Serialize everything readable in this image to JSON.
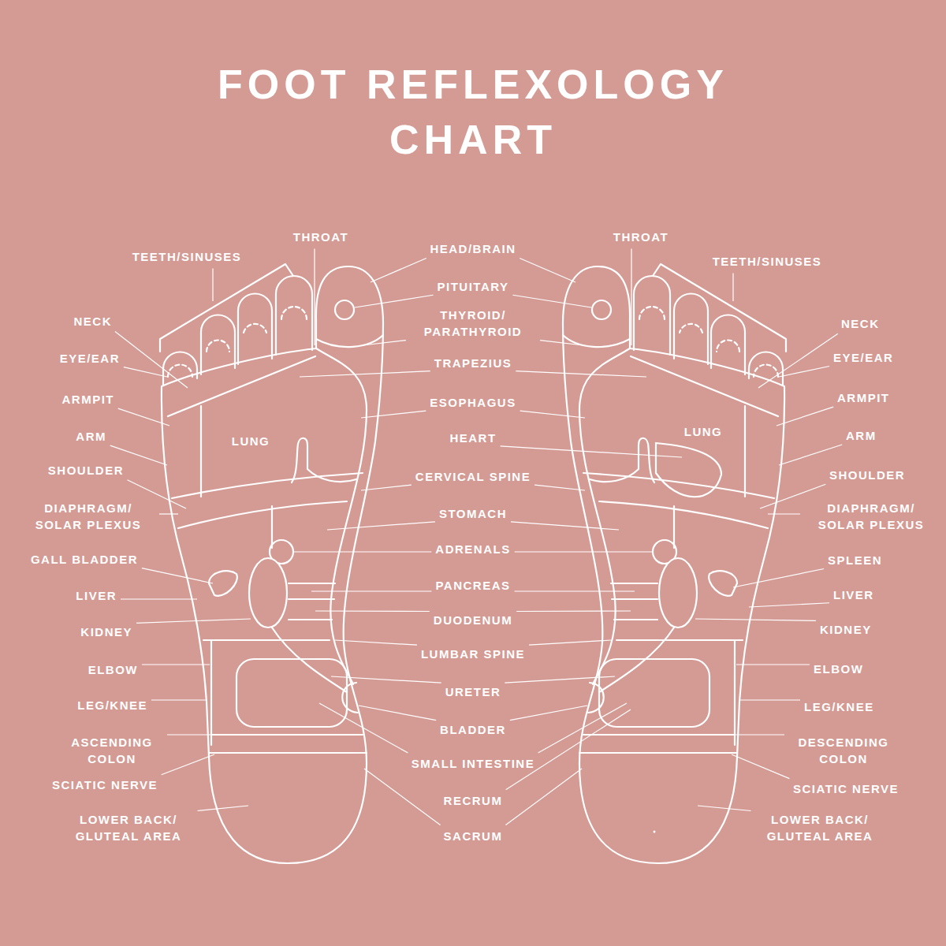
{
  "diagram": {
    "title": "FOOT REFLEXOLOGY CHART",
    "labels": [
      "TEETH/SINUSES",
      "THROAT",
      "NECK",
      "EYE/EAR",
      "ARMPIT",
      "ARM",
      "SHOULDER",
      "DIAPHRAGM/ SOLAR PLEXUS",
      "GALL BLADDER",
      "LIVER",
      "KIDNEY",
      "ELBOW",
      "LEG/KNEE",
      "ASCENDING COLON",
      "SCIATIC NERVE",
      "LOWER BACK/ GLUTEAL AREA",
      "LUNG",
      "HEAD/BRAIN",
      "PITUITARY",
      "THYROID/ PARATHYROID",
      "TRAPEZIUS",
      "ESOPHAGUS",
      "HEART",
      "CERVICAL SPINE",
      "STOMACH",
      "ADRENALS",
      "PANCREAS",
      "DUODENUM",
      "LUMBAR SPINE",
      "URETER",
      "BLADDER",
      "SMALL INTESTINE",
      "RECRUM",
      "SACRUM",
      "THROAT",
      "TEETH/SINUSES",
      "NECK",
      "EYE/EAR",
      "ARMPIT",
      "ARM",
      "SHOULDER",
      "DIAPHRAGM/ SOLAR PLEXUS",
      "SPLEEN",
      "LIVER",
      "KIDNEY",
      "ELBOW",
      "LEG/KNEE",
      "DESCENDING COLON",
      "SCIATIC NERVE",
      "LOWER BACK/ GLUTEAL AREA",
      "LUNG"
    ]
  }
}
